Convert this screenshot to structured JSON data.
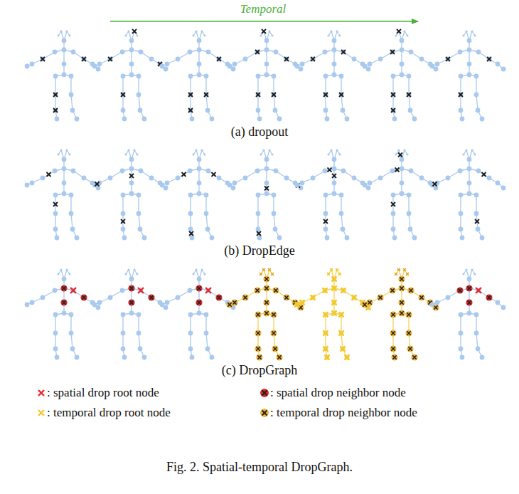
{
  "diagram": {
    "caption": "Fig. 2. Spatial-temporal DropGraph.",
    "labels": [
      "Temporal",
      "(a) dropout",
      "(b) DropEdge",
      "(c) DropGraph"
    ],
    "legend": [
      {
        "text": ": spatial drop root node"
      },
      {
        "text": ": spatial drop neighbor node"
      },
      {
        "text": ": temporal drop root node"
      },
      {
        "text": ": temporal drop neighbor node"
      }
    ]
  }
}
